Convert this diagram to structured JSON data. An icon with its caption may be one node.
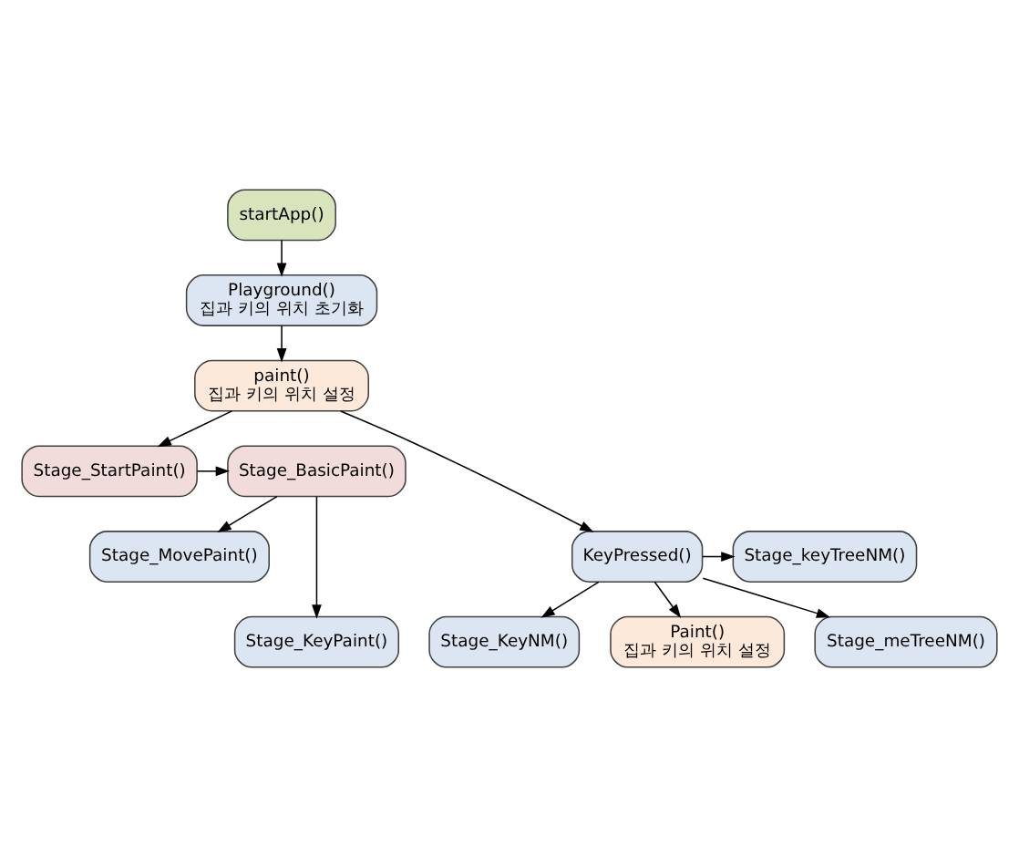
{
  "diagram": {
    "nodes": [
      {
        "text": [
          "startApp()"
        ]
      },
      {
        "text": [
          "Playground()",
          "집과 키의 위치 초기화"
        ]
      },
      {
        "text": [
          "paint()",
          "집과 키의 위치 설정"
        ]
      },
      {
        "text": [
          "Stage_StartPaint()"
        ]
      },
      {
        "text": [
          "Stage_BasicPaint()"
        ]
      },
      {
        "text": [
          "Stage_keyTreeNM()"
        ]
      },
      {
        "text": [
          "KeyPressed()"
        ]
      },
      {
        "text": [
          "Stage_MovePaint()"
        ]
      },
      {
        "text": [
          "Stage_meTreeNM()"
        ]
      },
      {
        "text": [
          "Stage_KeyPaint()"
        ]
      },
      {
        "text": [
          "Stage_KeyNM()"
        ]
      },
      {
        "text": [
          "Paint()",
          "집과 키의 위치 설정"
        ]
      }
    ],
    "edges": [
      {
        "from": 0,
        "to": 1,
        "arrow": "to"
      },
      {
        "from": 1,
        "to": 2,
        "arrow": "to"
      },
      {
        "from": 2,
        "to": 3,
        "arrow": "to"
      },
      {
        "from": 2,
        "to": 6,
        "arrow": "to"
      },
      {
        "from": 3,
        "to": 4,
        "arrow": "to"
      },
      {
        "from": 4,
        "to": 7,
        "arrow": "to"
      },
      {
        "from": 4,
        "to": 9,
        "arrow": "to"
      },
      {
        "from": 6,
        "to": 5,
        "arrow": "to"
      },
      {
        "from": 6,
        "to": 8,
        "arrow": "to"
      },
      {
        "from": 6,
        "to": 10,
        "arrow": "to"
      },
      {
        "from": 6,
        "to": 11,
        "arrow": "to"
      }
    ]
  }
}
